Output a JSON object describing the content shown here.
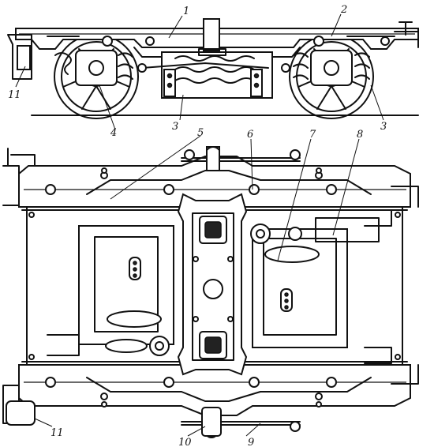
{
  "callouts": {
    "c1": "1",
    "c2": "2",
    "c3_left": "3",
    "c3_right": "3",
    "c4": "4",
    "c5": "5",
    "c6": "6",
    "c7": "7",
    "c8": "8",
    "c9": "9",
    "c10": "10",
    "c11_top": "11",
    "c11_bottom": "11"
  }
}
